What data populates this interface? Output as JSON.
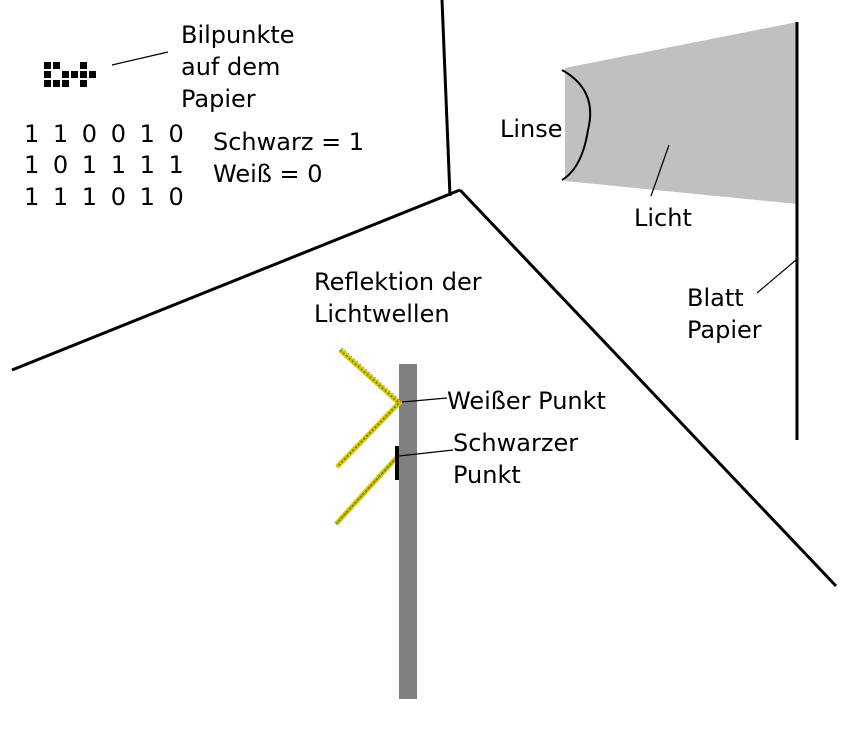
{
  "pixels": {
    "label_lines": [
      "Bilpunkte",
      "auf dem",
      "Papier"
    ],
    "grid": [
      [
        1,
        1,
        0,
        0,
        1,
        0
      ],
      [
        1,
        0,
        1,
        1,
        1,
        1
      ],
      [
        1,
        1,
        1,
        0,
        1,
        0
      ]
    ],
    "binary_rows": [
      "1 1 0 0 1 0",
      "1 0 1 1 1 1",
      "1 1 1 0 1 0"
    ],
    "legend": [
      "Schwarz = 1",
      "Weiß = 0"
    ]
  },
  "scanner": {
    "lens_label": "Linse",
    "light_label": "Licht",
    "paper_label_lines": [
      "Blatt",
      "Papier"
    ],
    "light_color": "#c0c0c0"
  },
  "reflection": {
    "title_lines": [
      "Reflektion der",
      "Lichtwellen"
    ],
    "white_point_label": "Weißer Punkt",
    "black_point_label_lines": [
      "Schwarzer",
      "Punkt"
    ],
    "paper_color": "#808080"
  }
}
